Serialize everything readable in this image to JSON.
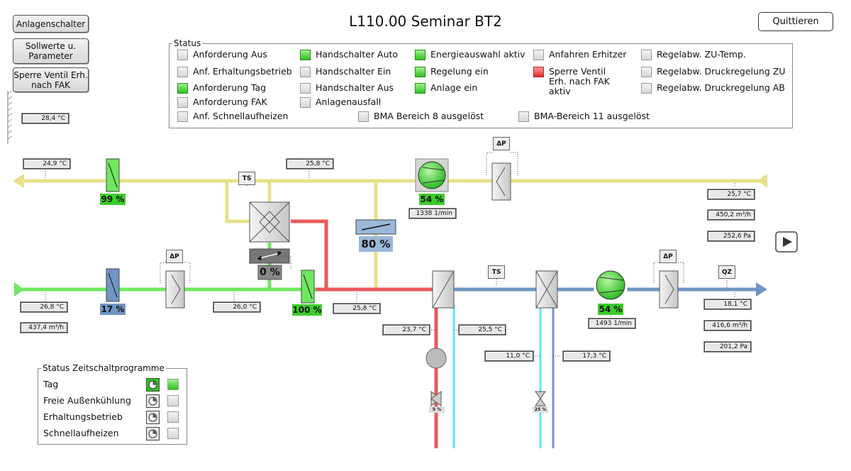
{
  "window": {
    "title": "L110.00 Seminar BT2",
    "ack_label": "Quittieren"
  },
  "left_buttons": {
    "switch": "Anlagenschalter",
    "setpoints": "Sollwerte u. Parameter",
    "valve_lock": "Sperre Ventil Erh. nach FAK"
  },
  "status": {
    "legend": "Status",
    "items": [
      {
        "label": "Anforderung Aus",
        "state": "off"
      },
      {
        "label": "Anf. Erhaltungsbetrieb",
        "state": "off"
      },
      {
        "label": "Anforderung Tag",
        "state": "green"
      },
      {
        "label": "Anforderung FAK",
        "state": "off"
      },
      {
        "label": "Anf. Schnellaufheizen",
        "state": "off"
      },
      {
        "label": "Handschalter Auto",
        "state": "green"
      },
      {
        "label": "Handschalter Ein",
        "state": "off"
      },
      {
        "label": "Handschalter Aus",
        "state": "off"
      },
      {
        "label": "Anlagenausfall",
        "state": "off"
      },
      {
        "label": "BMA Bereich 8 ausgelöst",
        "state": "off"
      },
      {
        "label": "Energieauswahl aktiv",
        "state": "green"
      },
      {
        "label": "Regelung ein",
        "state": "green"
      },
      {
        "label": "Anlage ein",
        "state": "green"
      },
      {
        "label": "Anfahren Erhitzer",
        "state": "off"
      },
      {
        "label": "Sperre Ventil Erh. nach FAK aktiv",
        "state": "red"
      },
      {
        "label": "BMA-Bereich 11 ausgelöst",
        "state": "off"
      },
      {
        "label": "Regelabw. ZU-Temp.",
        "state": "off"
      },
      {
        "label": "Regelabw. Druckregelung ZU",
        "state": "off"
      },
      {
        "label": "Regelabw. Druckregelung AB",
        "state": "off"
      }
    ]
  },
  "values": {
    "outdoor_temp": "28,4 °C",
    "exhaust_temp": "24,9 °C",
    "return_mix_temp": "25,8 °C",
    "return_temp": "25,7 °C",
    "return_flow": "450,2 m³/h",
    "return_pressure": "252,6 Pa",
    "fan1_speed": "1338 1/min",
    "outside_air_temp": "26,8 °C",
    "outside_air_flow": "437,4 m³/h",
    "after_filter_temp": "26,0 °C",
    "mix_temp": "25,8 °C",
    "heater_flow_temp": "23,7 °C",
    "heater_return_temp": "25,5 °C",
    "cooler_flow_temp": "11,0 °C",
    "cooler_return_temp": "17,3 °C",
    "fan2_speed": "1493 1/min",
    "supply_temp": "18,1 °C",
    "supply_flow": "416,6 m³/h",
    "supply_pressure": "201,2 Pa"
  },
  "percents": {
    "exhaust_damper": "99 %",
    "fan1": "54 %",
    "recirc_damper": "80 %",
    "bypass_damper": "0 %",
    "outside_damper": "17 %",
    "mix_damper": "100 %",
    "fan2": "54 %",
    "heater_valve": "5 %",
    "cooler_valve": "25 %"
  },
  "symbols": {
    "ts": "TS",
    "dp": "ΔP",
    "qz": "QZ"
  },
  "schedules": {
    "legend": "Status Zeitschaltprogramme",
    "items": [
      {
        "label": "Tag",
        "state": "green"
      },
      {
        "label": "Freie Außenkühlung",
        "state": "off"
      },
      {
        "label": "Erhaltungsbetrieb",
        "state": "off"
      },
      {
        "label": "Schnellaufheizen",
        "state": "off"
      }
    ]
  },
  "colors": {
    "exhaust": "#e8e08a",
    "outside": "#6ee860",
    "heating": "#e85a5a",
    "supply": "#6f95c4",
    "cold": "#58e8f0",
    "green_led": "#3ccd2a"
  }
}
